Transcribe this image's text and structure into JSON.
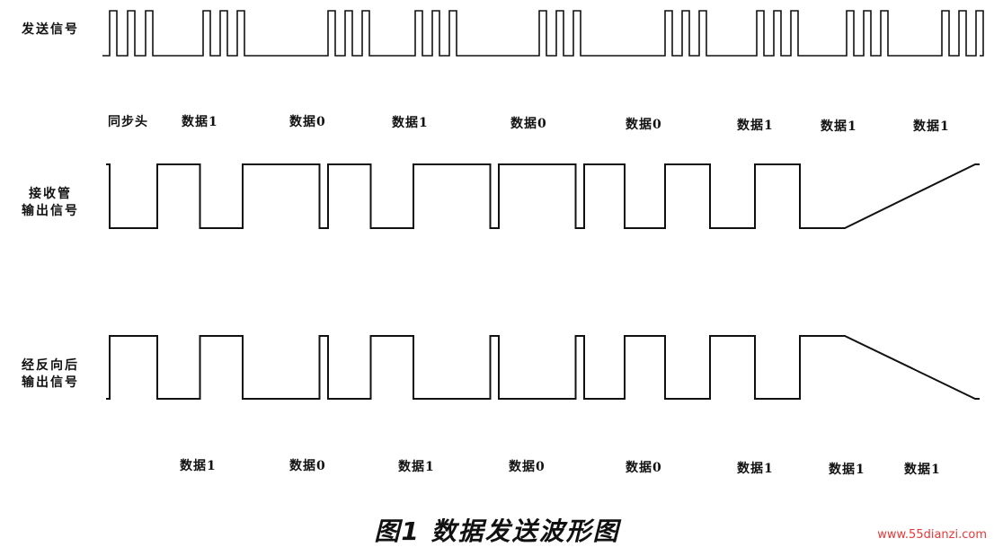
{
  "rows": {
    "send": "发送信号",
    "rx1": "接收管",
    "rx2": "输出信号",
    "inv1": "经反向后",
    "inv2": "输出信号"
  },
  "top_labels": [
    "同步头",
    "数据1",
    "数据0",
    "数据1",
    "数据0",
    "数据0",
    "数据1",
    "数据1",
    "数据1"
  ],
  "bottom_labels": [
    "数据1",
    "数据0",
    "数据1",
    "数据0",
    "数据0",
    "数据1",
    "数据1",
    "数据1"
  ],
  "caption": "图1 数据发送波形图",
  "watermark": "www.55dianzi.com",
  "bits": [
    1,
    0,
    1,
    0,
    0,
    1,
    1,
    1
  ],
  "colors": {
    "ink": "#111111",
    "watermark": "#e23a3a"
  }
}
